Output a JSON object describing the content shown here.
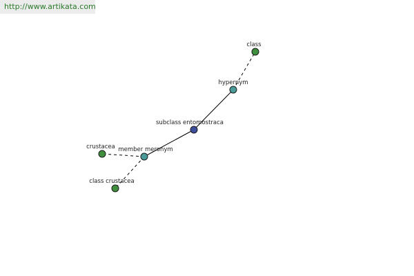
{
  "banner": {
    "url": "http://www.artikata.com"
  },
  "colors": {
    "center": "#3d4f9c",
    "relation": "#4a9a9a",
    "leaf": "#3f8f3f"
  },
  "diagram": {
    "nodes": [
      {
        "id": "subclass",
        "label": "subclass entomostraca",
        "kind": "center"
      },
      {
        "id": "hypernym",
        "label": "hypernym",
        "kind": "relation"
      },
      {
        "id": "class",
        "label": "class",
        "kind": "leaf"
      },
      {
        "id": "member_meronym",
        "label": "member meronym",
        "kind": "relation"
      },
      {
        "id": "crustacea",
        "label": "crustacea",
        "kind": "leaf"
      },
      {
        "id": "class_crustacea",
        "label": "class crustacea",
        "kind": "leaf"
      }
    ],
    "edges": [
      {
        "from": "subclass",
        "to": "hypernym",
        "style": "solid"
      },
      {
        "from": "hypernym",
        "to": "class",
        "style": "dashed"
      },
      {
        "from": "subclass",
        "to": "member_meronym",
        "style": "solid"
      },
      {
        "from": "member_meronym",
        "to": "crustacea",
        "style": "dashed"
      },
      {
        "from": "member_meronym",
        "to": "class_crustacea",
        "style": "dashed"
      }
    ]
  }
}
